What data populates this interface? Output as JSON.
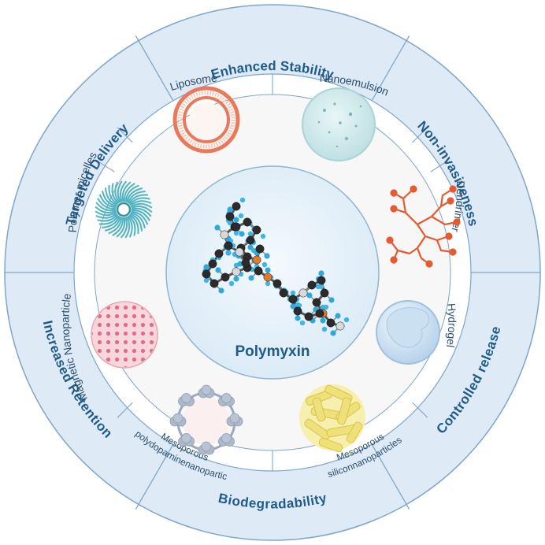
{
  "center": {
    "title": "Polymyxin"
  },
  "benefits": [
    {
      "id": "enhanced-stability",
      "label": "Enhanced Stability"
    },
    {
      "id": "non-invasiveness",
      "label": "Non-invasiveness"
    },
    {
      "id": "controlled-release",
      "label": "Controlled release"
    },
    {
      "id": "biodegradability",
      "label": "Biodegradability"
    },
    {
      "id": "increased-retention",
      "label": "Increased Retention"
    },
    {
      "id": "targeted-delivery",
      "label": "Targeted Delivery"
    }
  ],
  "carriers": [
    {
      "id": "liposome",
      "label": "Liposome"
    },
    {
      "id": "nanoemulsion",
      "label": "Nanoemulsion"
    },
    {
      "id": "dendrimer",
      "label": "Dendrimer"
    },
    {
      "id": "hydrogel",
      "label": "Hydrogel"
    },
    {
      "id": "mesoporous-silicon",
      "label_line1": "Mesoporous",
      "label_line2": "siliconnanoparticles"
    },
    {
      "id": "mesoporous-polydopamine",
      "label_line1": "Mesoporous",
      "label_line2": "polydopaminenanopartic"
    },
    {
      "id": "magnetic-nanoparticle",
      "label": "Magnetic Nanoparticle"
    },
    {
      "id": "polymer-micelles",
      "label": "Polymer micelles"
    }
  ],
  "colors": {
    "outer_ring": "#deeaf6",
    "ring_stroke": "#7fa6c8",
    "middle_ring": "#ffffff",
    "inner_disc": "#f7f7f7",
    "center_disc": "#e6f1f9",
    "accent": "#1f5a8c",
    "liposome": "#e8795a",
    "dendrimer": "#e55a30",
    "micelle": "#4fb3c2",
    "magnetic": "#f0b3bd",
    "silicon": "#efe07a",
    "hydrogel": "#cfe2f2"
  }
}
